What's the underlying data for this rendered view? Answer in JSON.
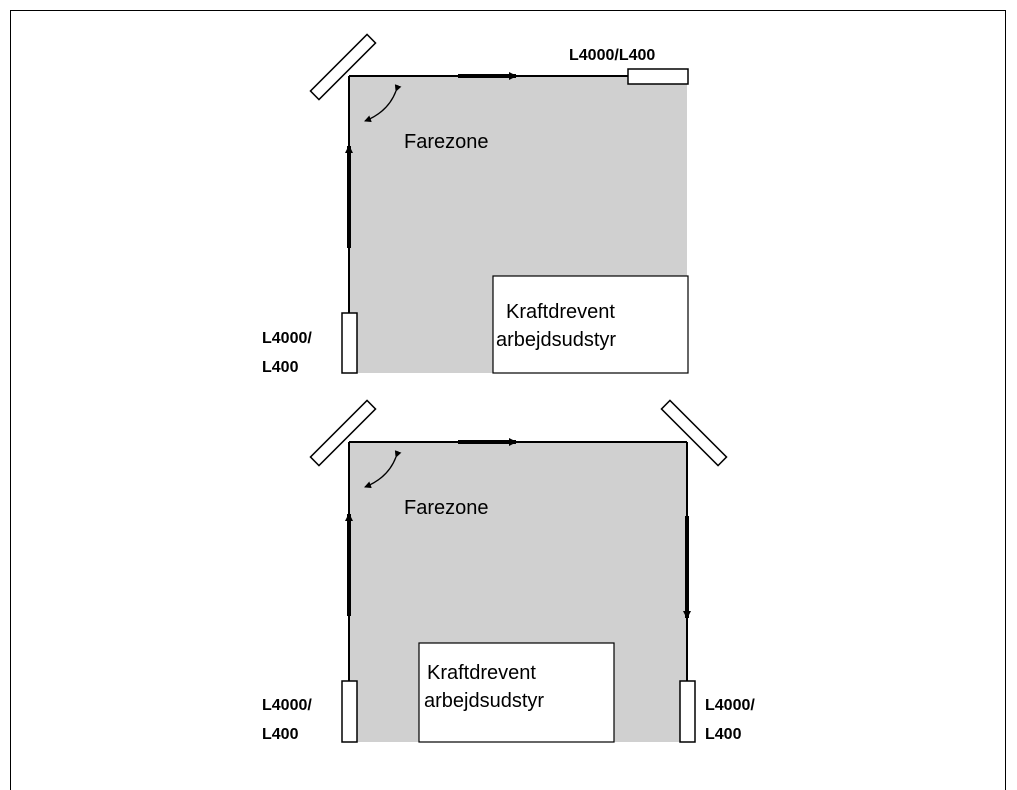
{
  "diagram1": {
    "zone_label": "Farezone",
    "equipment_line1": "Kraftdrevent",
    "equipment_line2": "arbejdsudstyr",
    "device_top": "L4000/L400",
    "device_bottom_line1": "L4000/",
    "device_bottom_line2": "L400"
  },
  "diagram2": {
    "zone_label": "Farezone",
    "equipment_line1": "Kraftdrevent",
    "equipment_line2": "arbejdsudstyr",
    "device_left_line1": "L4000/",
    "device_left_line2": "L400",
    "device_right_line1": "L4000/",
    "device_right_line2": "L400"
  },
  "colors": {
    "zone_fill": "#d0d0d0",
    "stroke": "#000000",
    "background": "#ffffff"
  }
}
